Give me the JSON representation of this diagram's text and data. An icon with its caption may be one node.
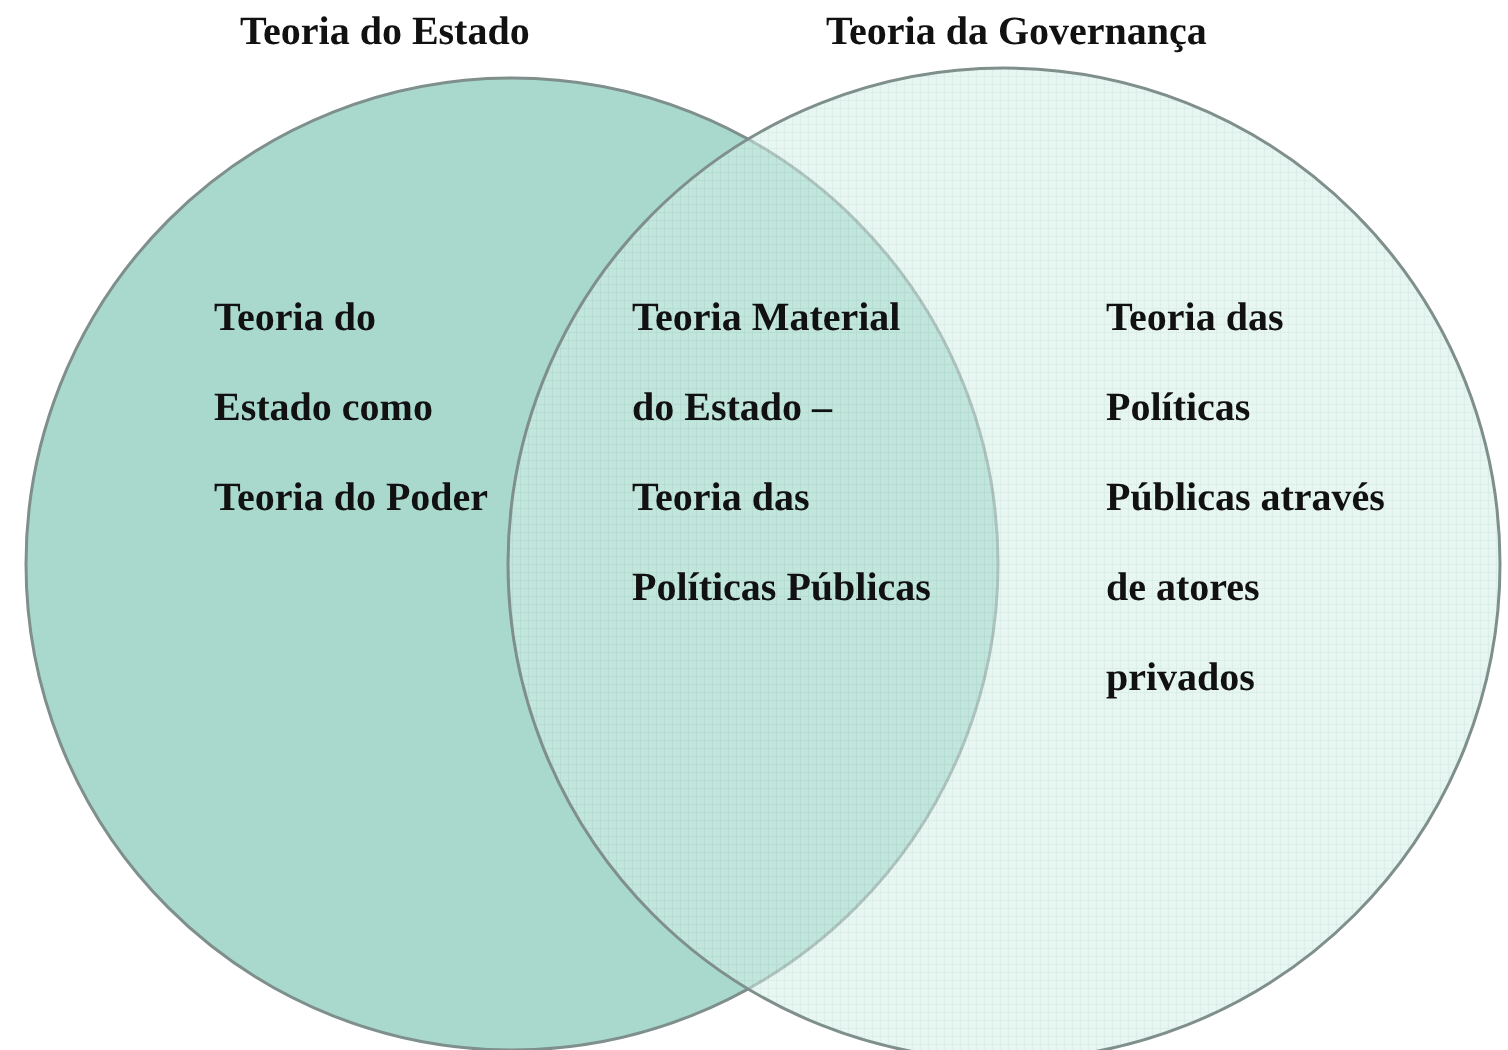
{
  "diagram": {
    "nodes": [
      {
        "text": [
          "Teoria do Estado",
          "Teoria do Estado como Teoria do Poder"
        ]
      },
      {
        "text": [
          "Teoria da Governança",
          "Teoria das Políticas Públicas através de atores privados"
        ]
      }
    ],
    "labels": [
      "Teoria Material do Estado – Teoria das Políticas Públicas"
    ]
  }
}
